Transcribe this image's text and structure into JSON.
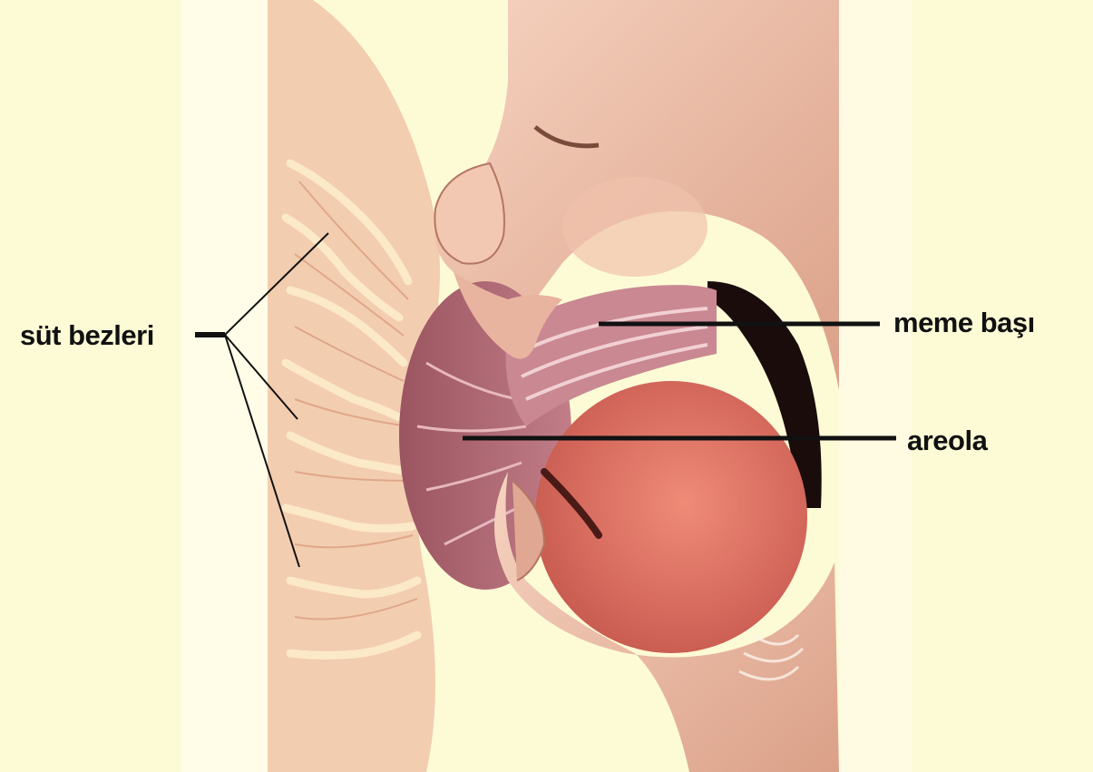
{
  "labels": {
    "milk_glands": "süt bezleri",
    "nipple": "meme başı",
    "areola": "areola"
  },
  "colors": {
    "background": "#fdfbd6",
    "skin": "#e8b39a",
    "skin_shadow": "#c98a72",
    "gland_tissue": "#f1c6a6",
    "areola": "#a9606a",
    "mouth_interior": "#e07a6a",
    "dark_cavity": "#1a0c0a",
    "leader_line": "#111111"
  }
}
